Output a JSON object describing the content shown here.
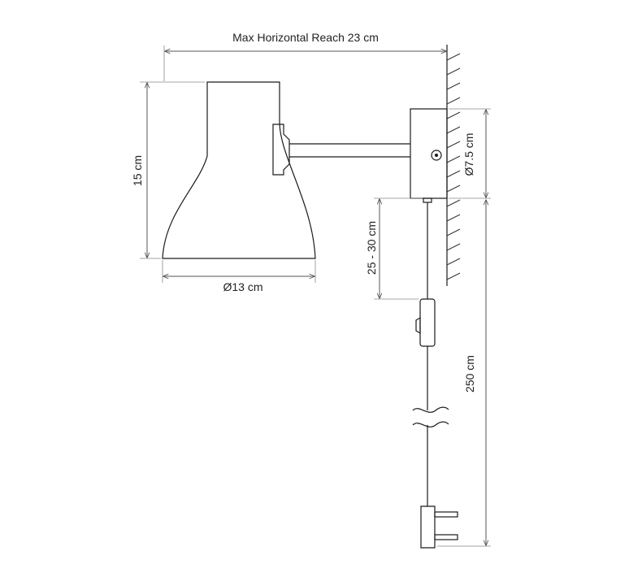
{
  "dimensions": {
    "max_reach": "Max Horizontal Reach 23 cm",
    "shade_height": "15 cm",
    "shade_diameter": "Ø13 cm",
    "base_diameter": "Ø7.5 cm",
    "switch_distance": "25 - 30 cm",
    "cable_length": "250 cm"
  },
  "colors": {
    "lines": "#1a1a1a",
    "dimension_lines": "#555555",
    "text": "#222222",
    "background": "#ffffff"
  }
}
